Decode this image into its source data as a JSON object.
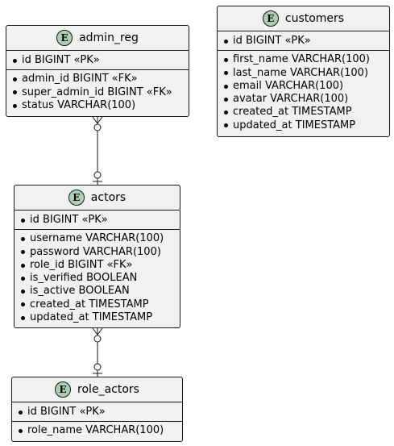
{
  "entities": {
    "customers": {
      "name": "customers",
      "badge": "E",
      "pk": [
        "id BIGINT «PK»"
      ],
      "attrs": [
        "first_name VARCHAR(100)",
        "last_name VARCHAR(100)",
        "email VARCHAR(100)",
        "avatar VARCHAR(100)",
        "created_at TIMESTAMP",
        "updated_at TIMESTAMP"
      ]
    },
    "admin_reg": {
      "name": "admin_reg",
      "badge": "E",
      "pk": [
        "id BIGINT «PK»"
      ],
      "attrs": [
        "admin_id BIGINT «FK»",
        "super_admin_id BIGINT «FK»",
        "status VARCHAR(100)"
      ]
    },
    "actors": {
      "name": "actors",
      "badge": "E",
      "pk": [
        "id BIGINT «PK»"
      ],
      "attrs": [
        "username VARCHAR(100)",
        "password VARCHAR(100)",
        "role_id BIGINT «FK»",
        "is_verified BOOLEAN",
        "is_active BOOLEAN",
        "created_at TIMESTAMP",
        "updated_at TIMESTAMP"
      ]
    },
    "role_actors": {
      "name": "role_actors",
      "badge": "E",
      "pk": [
        "id BIGINT «PK»"
      ],
      "attrs": [
        "role_name VARCHAR(100)"
      ]
    }
  },
  "relations": [
    {
      "from": "admin_reg",
      "to": "actors",
      "from_end": "zero-or-many",
      "to_end": "zero-or-one"
    },
    {
      "from": "actors",
      "to": "role_actors",
      "from_end": "zero-or-many",
      "to_end": "zero-or-one"
    }
  ]
}
